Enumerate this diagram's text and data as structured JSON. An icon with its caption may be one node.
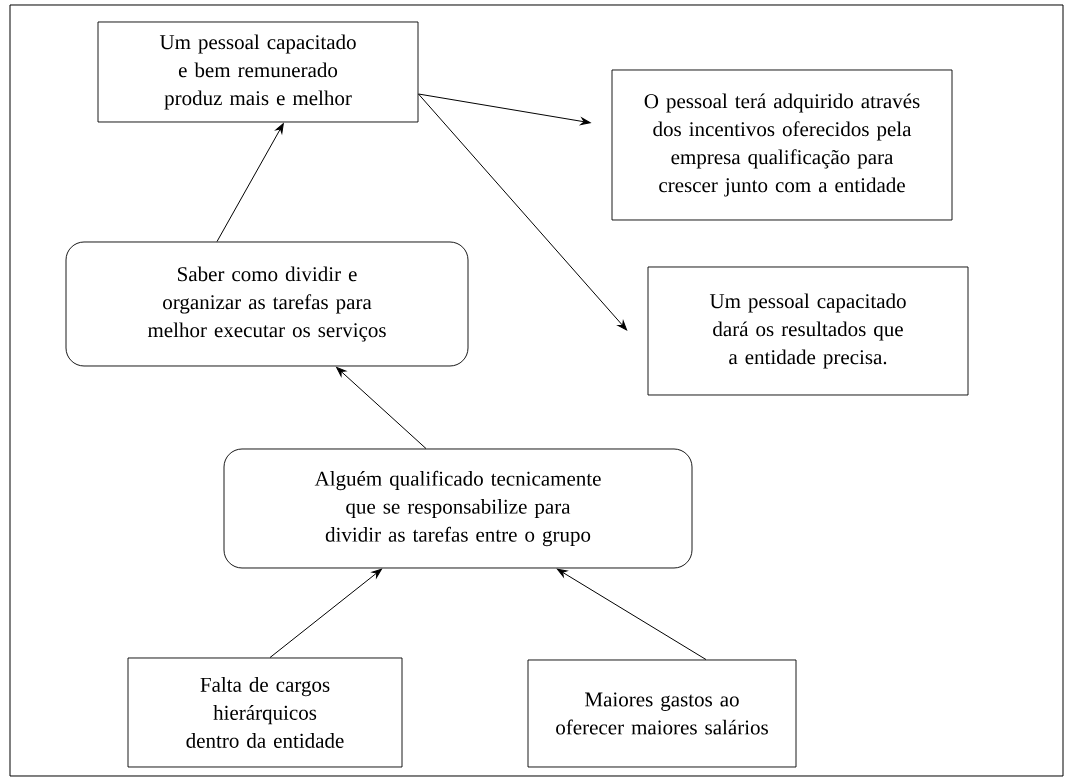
{
  "diagram": {
    "nodes": [
      {
        "text": [
          "Um pessoal capacitado e bem remunerado produz mais e melhor"
        ]
      },
      {
        "text": [
          "O pessoal terá adquirido através dos incentivos oferecidos pela empresa qualificação para crescer junto com a entidade"
        ]
      },
      {
        "text": [
          "Saber como dividir e organizar as tarefas para melhor executar os serviços"
        ]
      },
      {
        "text": [
          "Um pessoal capacitado dará os resultados que a entidade precisa."
        ]
      },
      {
        "text": [
          "Alguém qualificado tecnicamente que se responsabilize para dividir as tarefas entre o grupo"
        ]
      },
      {
        "text": [
          "Falta de cargos hierárquicos dentro da entidade"
        ]
      },
      {
        "text": [
          "Maiores gastos ao oferecer maiores salários"
        ]
      }
    ],
    "edges": [
      {
        "from": 0,
        "to": 1,
        "arrow": "to"
      },
      {
        "from": 0,
        "to": 3,
        "arrow": "to"
      },
      {
        "from": 2,
        "to": 0,
        "arrow": "to"
      },
      {
        "from": 4,
        "to": 2,
        "arrow": "to"
      },
      {
        "from": 5,
        "to": 4,
        "arrow": "to"
      },
      {
        "from": 6,
        "to": 4,
        "arrow": "to"
      }
    ]
  }
}
